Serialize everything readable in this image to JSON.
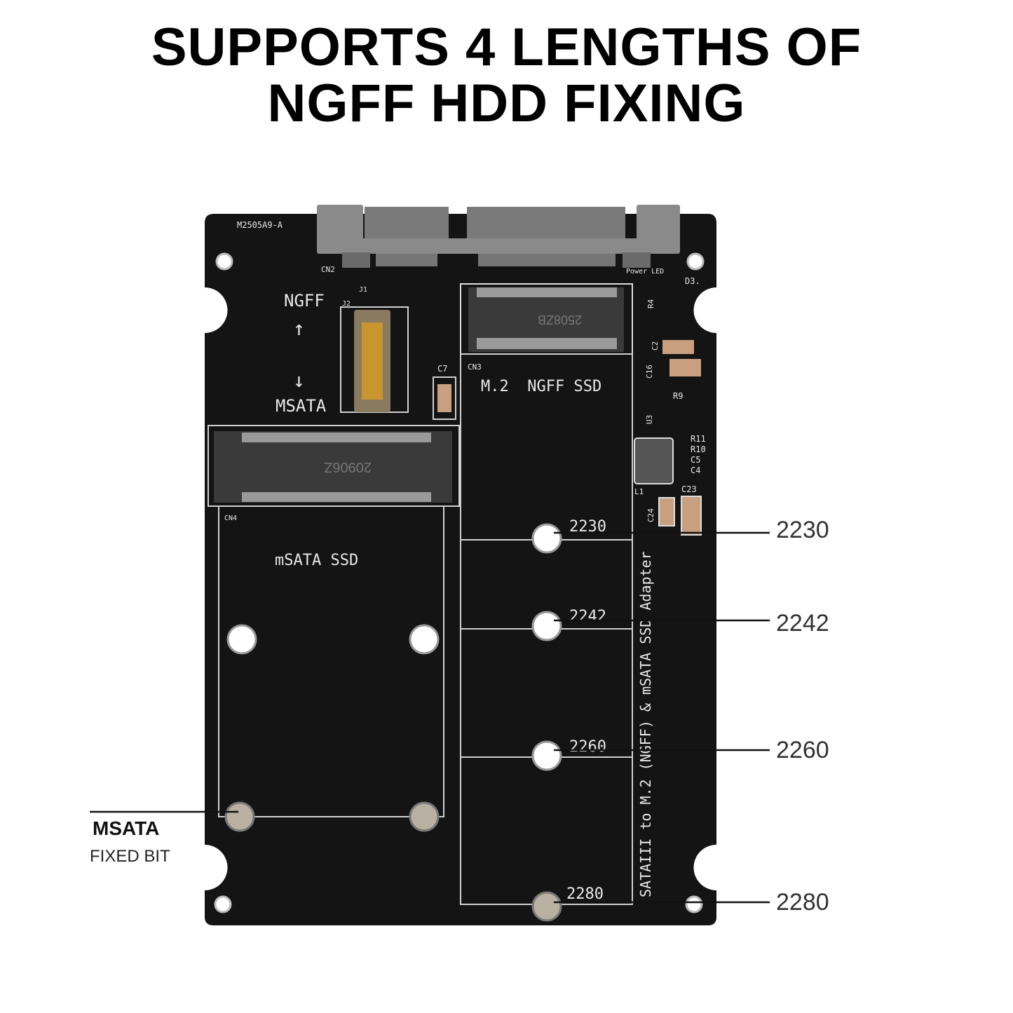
{
  "headline": {
    "line1": "SUPPORTS 4 LENGTHS OF",
    "line2": "NGFF HDD FIXING"
  },
  "board": {
    "model": "M2505A9-A",
    "labels": {
      "cn2": "CN2",
      "power_led": "Power LED",
      "d3": "D3.",
      "j1": "J1",
      "j2": "J2",
      "ngff": "NGFF",
      "msata": "MSATA",
      "c7": "C7",
      "cn3": "CN3",
      "cn4": "CN4",
      "m2_ngff_ssd": "M.2  NGFF SSD",
      "msata_ssd": "mSATA SSD",
      "r4": "R4",
      "c2": "C2",
      "c16": "C16",
      "r9": "R9",
      "u3": "U3",
      "r11": "R11",
      "r10": "R10",
      "c5": "C5",
      "c4": "C4",
      "l1": "L1",
      "c23": "C23",
      "c24": "C24",
      "connector_ngff": "2508ZB",
      "connector_msata": "20906Z",
      "side_text": "SATAIII to M.2 (NGFF) & mSATA SSD Adapter",
      "pos_2230": "2230",
      "pos_2242": "2242",
      "pos_2260": "2260",
      "pos_2280": "2280"
    },
    "colors": {
      "pcb": "#141414",
      "silk": "#e8e8e8",
      "connector": "#8a8a8a"
    }
  },
  "callouts": {
    "c2230": "2230",
    "c2242": "2242",
    "c2260": "2260",
    "c2280": "2280"
  },
  "msata_fixed": {
    "title": "MSATA",
    "subtitle": "FIXED BIT"
  }
}
